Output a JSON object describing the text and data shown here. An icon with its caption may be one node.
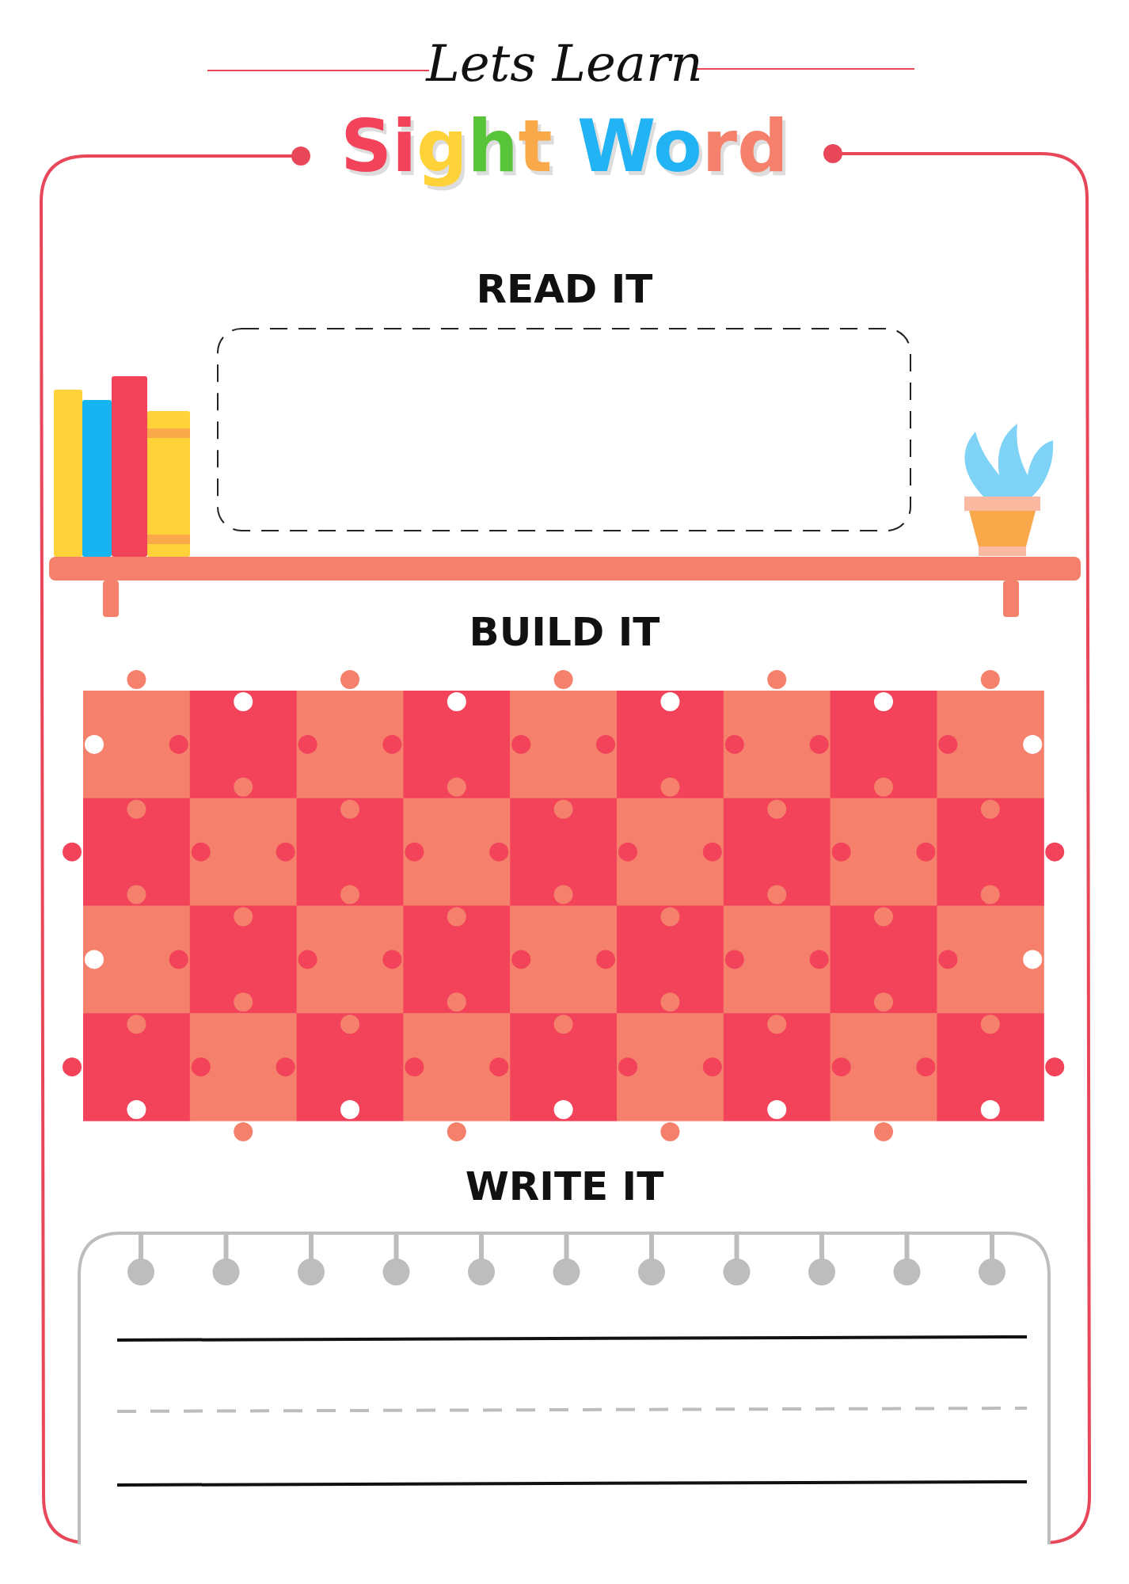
{
  "diagram": {
    "title": "Lets Learn",
    "labels": [
      "Sight Word",
      "READ IT",
      "BUILD IT",
      "WRITE IT"
    ]
  }
}
